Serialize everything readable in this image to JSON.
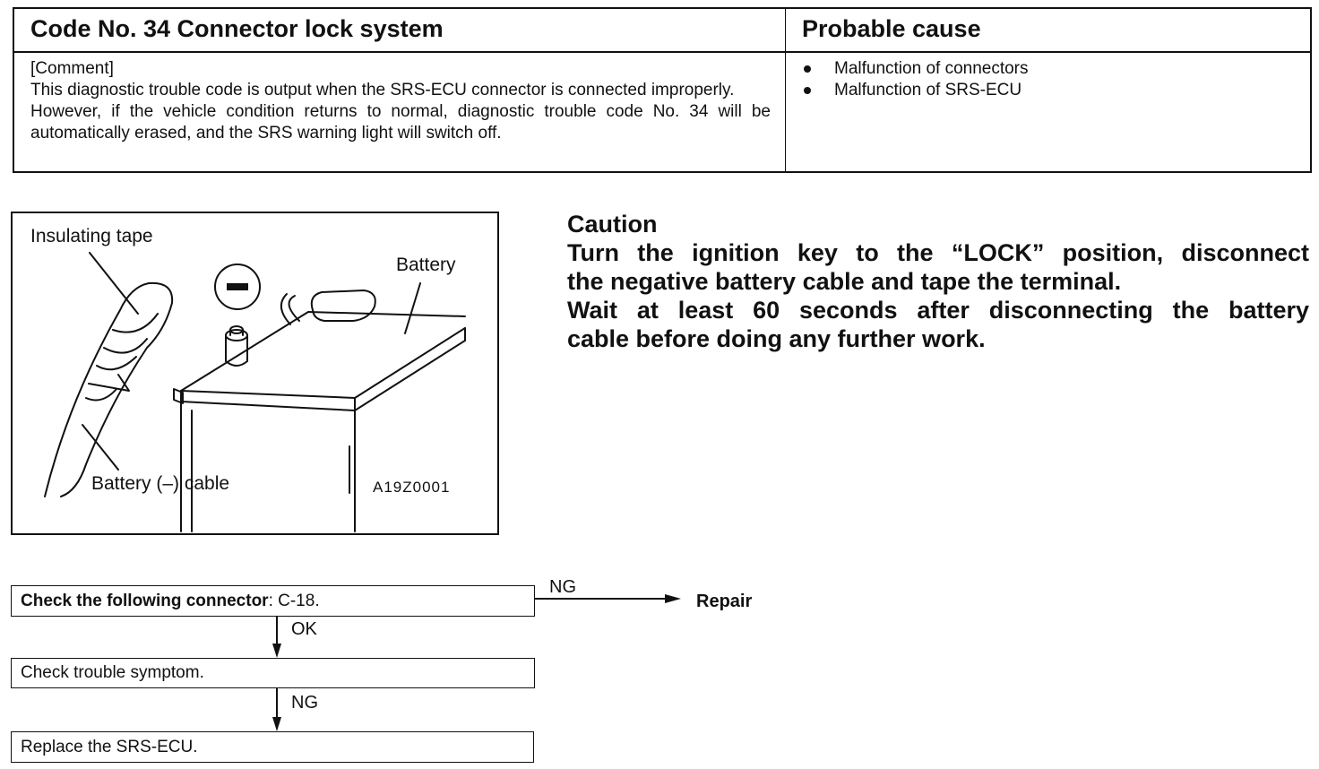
{
  "table": {
    "header_left": "Code No. 34 Connector lock system",
    "header_right": "Probable cause",
    "comment_lines": [
      "[Comment]",
      "This diagnostic trouble code is output when the SRS-ECU connector is connected improperly.",
      "However, if the vehicle condition returns to normal, diagnostic trouble code No. 34 will be automatically erased, and the SRS warning light will switch off."
    ],
    "causes": [
      "Malfunction of connectors",
      "Malfunction of SRS-ECU"
    ]
  },
  "figure": {
    "label_tape": "Insulating tape",
    "label_battery": "Battery",
    "label_cable": "Battery (–) cable",
    "figure_code": "A19Z0001",
    "minus_symbol": "−"
  },
  "caution": {
    "title": "Caution",
    "lines": [
      "Turn the ignition key to the “LOCK” position, disconnect",
      "the negative battery cable and tape the terminal.",
      "Wait at least 60 seconds after disconnecting the battery",
      "cable before doing any further work."
    ]
  },
  "flow": {
    "step1_bold": "Check the following connector",
    "step1_rest": ": C-18.",
    "step1_ng": "NG",
    "repair": "Repair",
    "step1_ok": "OK",
    "step2": "Check trouble symptom.",
    "step2_ng": "NG",
    "step3": "Replace the SRS-ECU."
  }
}
